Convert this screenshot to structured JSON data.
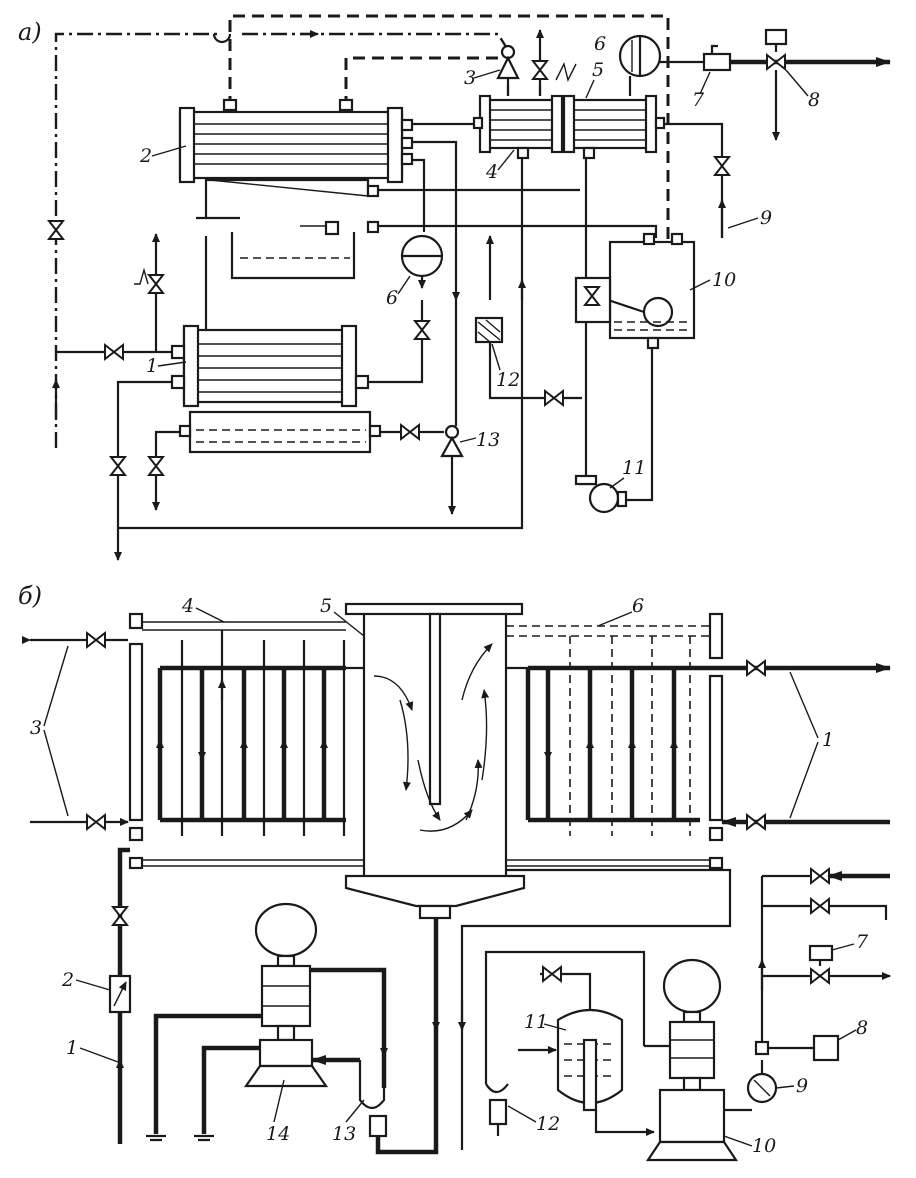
{
  "parts": {
    "a": "а)",
    "b": "б)"
  },
  "labels_a": {
    "l1": "1",
    "l2": "2",
    "l3": "3",
    "l4": "4",
    "l5": "5",
    "l6top": "6",
    "l6mid": "6",
    "l7": "7",
    "l8": "8",
    "l9": "9",
    "l10": "10",
    "l11": "11",
    "l12": "12",
    "l13": "13"
  },
  "labels_b": {
    "l1left": "1",
    "l1right": "1",
    "l2": "2",
    "l3": "3",
    "l4": "4",
    "l5": "5",
    "l6": "6",
    "l7": "7",
    "l8": "8",
    "l9": "9",
    "l10": "10",
    "l11": "11",
    "l12": "12",
    "l13": "13",
    "l14": "14"
  }
}
